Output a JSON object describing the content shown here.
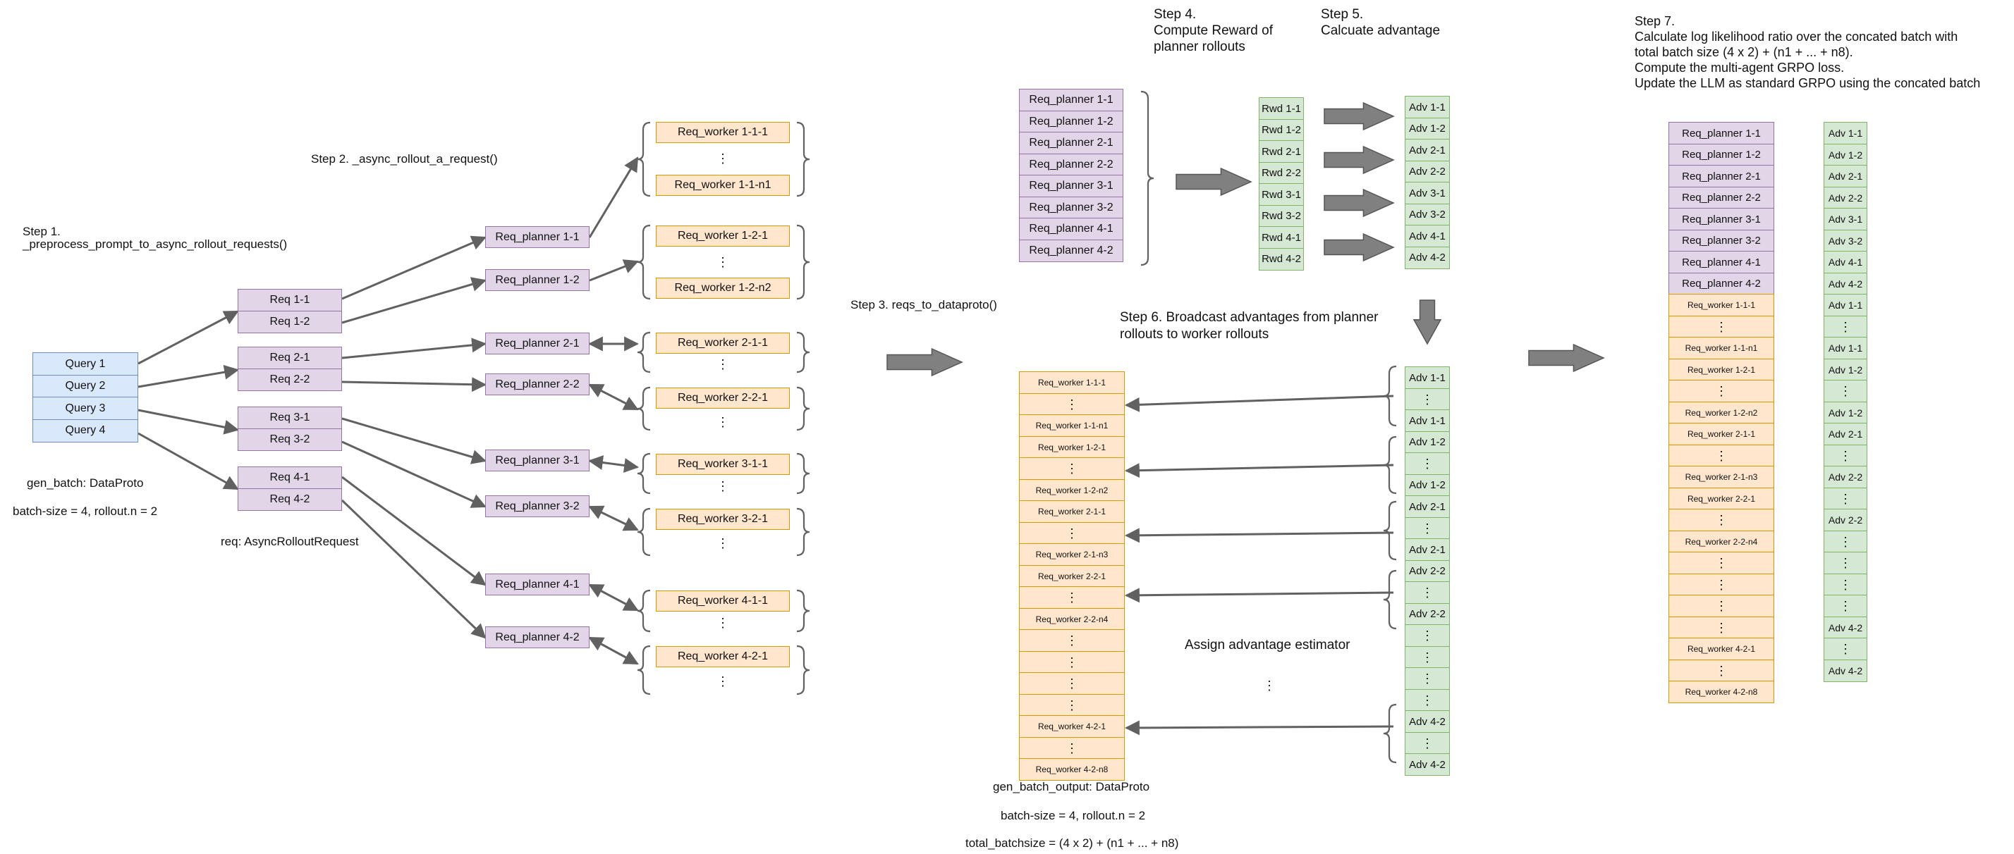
{
  "colors": {
    "query_fill": "#dae8fc",
    "planner_fill": "#e1d5e7",
    "worker_fill": "#ffe6cc",
    "reward_adv_fill": "#d5e8d4",
    "arrow": "#616161",
    "big_arrow_fill": "#808080"
  },
  "vdots": "⋮",
  "step1": {
    "title": "Step 1.",
    "func": "_preprocess_prompt_to_async_rollout_requests()",
    "queries": [
      "Query 1",
      "Query 2",
      "Query 3",
      "Query 4"
    ],
    "gen_batch": "gen_batch: DataProto",
    "batch_size": "batch-size = 4, rollout.n = 2"
  },
  "reqs": [
    "Req 1-1",
    "Req 1-2",
    "Req 2-1",
    "Req 2-2",
    "Req 3-1",
    "Req 3-2",
    "Req 4-1",
    "Req 4-2"
  ],
  "req_type": "req: AsyncRolloutRequest",
  "step2": {
    "title": "Step 2. _async_rollout_a_request()",
    "planners": [
      "Req_planner 1-1",
      "Req_planner 1-2",
      "Req_planner 2-1",
      "Req_planner 2-2",
      "Req_planner 3-1",
      "Req_planner 3-2",
      "Req_planner 4-1",
      "Req_planner 4-2"
    ],
    "workers": [
      {
        "first": "Req_worker 1-1-1",
        "last": "Req_worker 1-1-n1"
      },
      {
        "first": "Req_worker 1-2-1",
        "last": "Req_worker 1-2-n2"
      },
      {
        "first": "Req_worker 2-1-1"
      },
      {
        "first": "Req_worker 2-2-1"
      },
      {
        "first": "Req_worker 3-1-1"
      },
      {
        "first": "Req_worker 3-2-1"
      },
      {
        "first": "Req_worker 4-1-1"
      },
      {
        "first": "Req_worker 4-2-1"
      }
    ]
  },
  "step3": {
    "title": "Step 3. reqs_to_dataproto()"
  },
  "step4": {
    "line1": "Step 4.",
    "line2": "Compute Reward of",
    "line3": "planner rollouts"
  },
  "step5": {
    "line1": "Step 5.",
    "line2": "Calcuate advantage"
  },
  "rewards": [
    "Rwd 1-1",
    "Rwd 1-2",
    "Rwd 2-1",
    "Rwd 2-2",
    "Rwd 3-1",
    "Rwd 3-2",
    "Rwd 4-1",
    "Rwd 4-2"
  ],
  "advantages": [
    "Adv 1-1",
    "Adv 1-2",
    "Adv 2-1",
    "Adv 2-2",
    "Adv 3-1",
    "Adv 3-2",
    "Adv 4-1",
    "Adv 4-2"
  ],
  "step6": {
    "line1": "Step 6. Broadcast advantages from planner",
    "line2": "rollouts to worker rollouts"
  },
  "mid_worker_labels": [
    "Req_worker 1-1-1",
    "Req_worker 1-1-n1",
    "Req_worker 1-2-1",
    "Req_worker 1-2-n2",
    "Req_worker 2-1-1",
    "Req_worker 2-1-n3",
    "Req_worker 2-2-1",
    "Req_worker 2-2-n4",
    "Req_worker 4-2-1",
    "Req_worker 4-2-n8"
  ],
  "assign_label": "Assign advantage estimator",
  "gen_batch_output": {
    "line1": "gen_batch_output: DataProto",
    "line2": "batch-size = 4, rollout.n = 2",
    "line3": "total_batchsize = (4 x 2) + (n1 + ... + n8)"
  },
  "step7": {
    "line1": "Step 7.",
    "line2": "Calculate log likelihood ratio over the concated batch with",
    "line3": "total batch size (4 x 2) + (n1 + ... + n8).",
    "line4": "Compute the multi-agent GRPO loss.",
    "line5": "Update the LLM as standard GRPO using the concated batch"
  },
  "final_workers": [
    "Req_worker 1-1-1",
    "Req_worker 1-1-n1",
    "Req_worker 1-2-1",
    "Req_worker 1-2-n2",
    "Req_worker 2-1-1",
    "Req_worker 2-1-n3",
    "Req_worker 2-2-1",
    "Req_worker 2-2-n4",
    "Req_worker 4-2-1",
    "Req_worker 4-2-n8"
  ],
  "final_adv_worker": [
    "Adv 1-1",
    "Adv 1-1",
    "Adv 1-2",
    "Adv 1-2",
    "Adv 2-1",
    "Adv 2-2",
    "Adv 2-2",
    "Adv 4-2",
    "Adv 4-2"
  ]
}
